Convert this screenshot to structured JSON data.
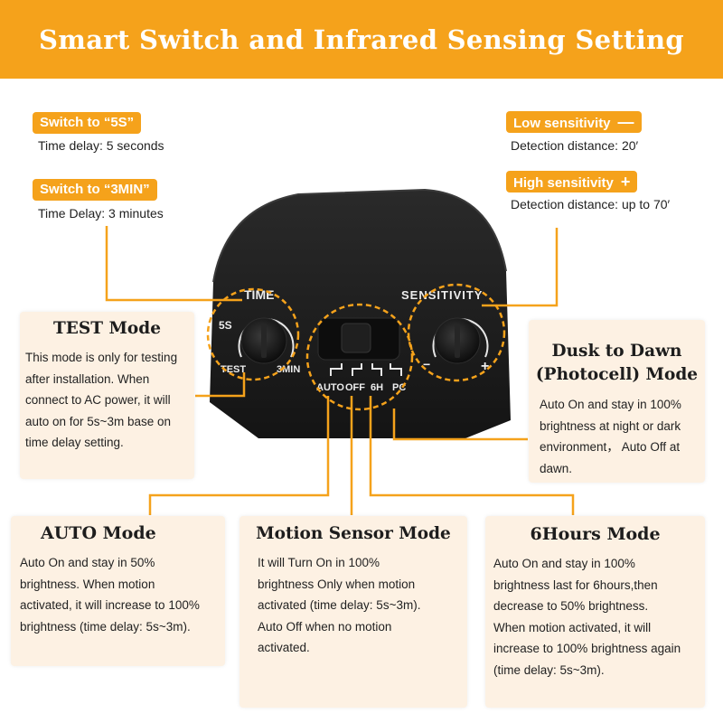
{
  "title": "Smart Switch and Infrared Sensing Setting",
  "colors": {
    "accent": "#f5a21b",
    "card_bg": "#fdf1e3",
    "device": "#151515"
  },
  "switch_5s": {
    "label": "Switch to “5S”",
    "desc": "Time delay:  5 seconds"
  },
  "switch_3min": {
    "label": "Switch to “3MIN”",
    "desc": "Time Delay:  3 minutes"
  },
  "low_sensitivity": {
    "label": "Low sensitivity",
    "icon": "minus-icon",
    "symbol": "—",
    "desc": "Detection distance: 20′"
  },
  "high_sensitivity": {
    "label": "High sensitivity",
    "icon": "plus-icon",
    "symbol": "+",
    "desc": "Detection distance: up to 70′"
  },
  "device": {
    "time_label": "TIME",
    "time_5s": "5S",
    "time_test": "TEST",
    "time_3min": "3MIN",
    "sensitivity_label": "SENSITIVITY",
    "minus": "−",
    "plus": "+",
    "mode_auto": "AUTO",
    "mode_off": "OFF",
    "mode_6h": "6H",
    "mode_pc": "PC"
  },
  "modes": {
    "test": {
      "title": "TEST Mode",
      "lines": [
        "This mode is only for testing",
        "after installation. When",
        "connect to AC power, it will",
        "auto on for 5s~3m base on",
        "time delay setting."
      ]
    },
    "dusk": {
      "title_line1": "Dusk to Dawn",
      "title_line2": "(Photocell) Mode",
      "lines": [
        "Auto On and stay in 100%",
        "brightness at night or dark",
        "environment， Auto Off at",
        "dawn."
      ]
    },
    "auto": {
      "title": "AUTO Mode",
      "lines": [
        "Auto On and stay in 50%",
        "brightness. When motion",
        "activated, it will increase to 100%",
        "brightness (time delay: 5s~3m)."
      ]
    },
    "motion": {
      "title": "Motion Sensor Mode",
      "lines": [
        "It will Turn On in 100%",
        "brightness Only when motion",
        "activated (time delay: 5s~3m).",
        "Auto Off when no motion",
        "activated."
      ]
    },
    "six_hours": {
      "title": "6Hours Mode",
      "lines": [
        "Auto On and stay in 100%",
        "brightness last for 6hours,then",
        "decrease to 50% brightness.",
        "When motion activated, it will",
        "increase to 100% brightness again",
        "(time delay: 5s~3m)."
      ]
    }
  }
}
